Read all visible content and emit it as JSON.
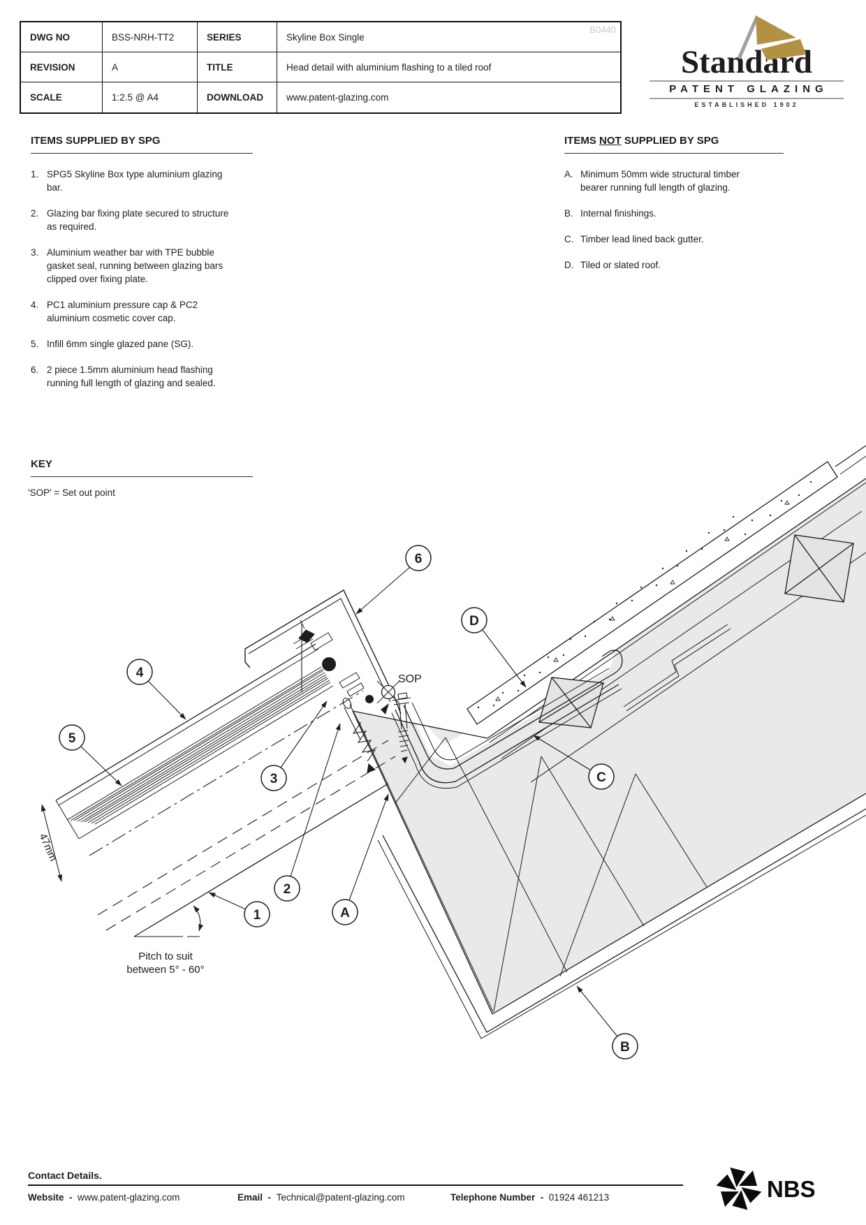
{
  "title_block": {
    "watermark": "B0440",
    "r1c1": "DWG NO",
    "r1c2": "BSS-NRH-TT2",
    "r1c3": "SERIES",
    "r1c4": "Skyline Box Single",
    "r2c1": "REVISION",
    "r2c2": "A",
    "r2c3": "TITLE",
    "r2c4": "Head detail with aluminium flashing to a tiled roof",
    "r3c1": "SCALE",
    "r3c2": "1:2.5 @ A4",
    "r3c3": "DOWNLOAD",
    "r3c4": "www.patent-glazing.com"
  },
  "logo": {
    "name": "Standard",
    "sub": "PATENT GLAZING",
    "est": "ESTABLISHED 1902"
  },
  "supplied": {
    "heading": "ITEMS SUPPLIED BY SPG",
    "items": [
      {
        "num": "1.",
        "text": "SPG5 Skyline Box type aluminium glazing bar."
      },
      {
        "num": "2.",
        "text": "Glazing bar fixing plate secured to structure as required."
      },
      {
        "num": "3.",
        "text": "Aluminium weather bar with TPE bubble gasket seal, running between glazing bars clipped over fixing plate."
      },
      {
        "num": "4.",
        "text": "PC1 aluminium pressure cap & PC2 aluminium cosmetic cover cap."
      },
      {
        "num": "5.",
        "text": "Infill 6mm single glazed pane (SG)."
      },
      {
        "num": "6.",
        "text": "2 piece 1.5mm aluminium head flashing running full length of glazing and sealed."
      }
    ]
  },
  "not_supplied": {
    "heading_pre": "ITEMS ",
    "heading_not": "NOT",
    "heading_post": " SUPPLIED BY SPG",
    "items": [
      {
        "num": "A.",
        "text": "Minimum 50mm wide structural timber bearer running full length of glazing."
      },
      {
        "num": "B.",
        "text": "Internal finishings."
      },
      {
        "num": "C.",
        "text": "Timber lead lined back gutter."
      },
      {
        "num": "D.",
        "text": "Tiled or slated roof."
      }
    ]
  },
  "key": {
    "heading": "KEY",
    "note": "'SOP' = Set out point"
  },
  "drawing": {
    "balloons": {
      "n1": "1",
      "n2": "2",
      "n3": "3",
      "n4": "4",
      "n5": "5",
      "n6": "6",
      "nA": "A",
      "nB": "B",
      "nC": "C",
      "nD": "D"
    },
    "sop_label": "SOP",
    "dim_label": "47mm",
    "pitch_line1": "Pitch to suit",
    "pitch_line2": "between 5° - 60°"
  },
  "contact": {
    "heading": "Contact Details.",
    "sep": "-",
    "website_label": "Website",
    "website_value": "www.patent-glazing.com",
    "email_label": "Email",
    "email_value": "Technical@patent-glazing.com",
    "phone_label": "Telephone Number",
    "phone_value": "01924 461213",
    "nbs": "NBS"
  },
  "colors": {
    "ink": "#1d1d1b",
    "fill_gray": "#e9e9e9",
    "accent_gold": "#b29143",
    "rule_gray": "#9aa39f",
    "watermark_gray": "#c9c9c9"
  }
}
